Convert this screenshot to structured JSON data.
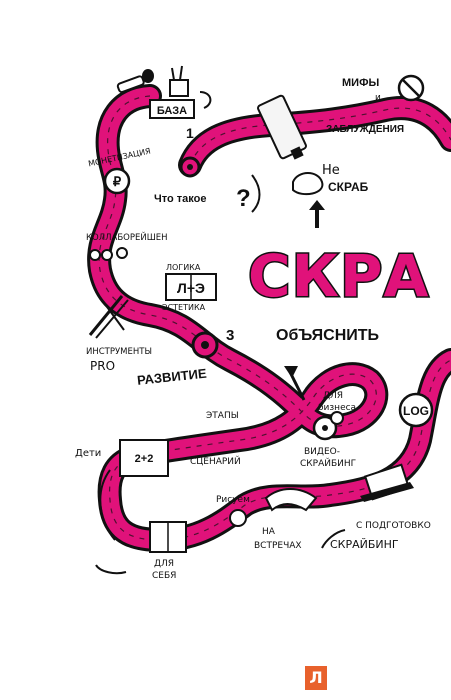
{
  "labels": {
    "baza": "БАЗА",
    "num1": "1",
    "mify": "МИФЫ",
    "i": "и",
    "zabluzhdeniya": "ЗАБЛУЖДЕНИЯ",
    "ne": "Не",
    "skrab": "СКРАБ",
    "chto_takoe": "Что такое",
    "monetizaciya": "МОНЕТИЗАЦИЯ",
    "kollaboreishen": "КОЛЛАБОРЕЙШЕН",
    "logika": "ЛОГИКА",
    "l_e": "Л+Э",
    "estetika": "ЭСТЕТИКА",
    "num3": "3",
    "big_title": "СКРА",
    "obyasnit": "ОбЪЯСНИТЬ",
    "instrumenty": "ИНСТРУМЕНТЫ",
    "pro": "PRO",
    "razvitie": "РАЗВИТИЕ",
    "etapy": "ЭТАПЫ",
    "dlya_biznesa_1": "ДЛЯ",
    "dlya_biznesa_2": "бизнеса",
    "logo": "LOG",
    "deti": "Дети",
    "two_plus_two": "2+2",
    "scenarii": "СЦЕНАРИЙ",
    "video_1": "ВИДЕО-",
    "video_2": "СКРАЙБИНГ",
    "risuem": "Рисуем",
    "s_podgotovkoi": "С ПОДГОТОВКО",
    "na": "НА",
    "vstrechah": "ВСТРЕЧАХ",
    "skraibing": "СКРАЙБИНГ",
    "dlya_sebya_1": "ДЛЯ",
    "dlya_sebya_2": "СЕБЯ",
    "corner_mark": "Л"
  },
  "colors": {
    "road": "#e0127a",
    "road_edge": "#111111",
    "ink": "#111111",
    "corner": "#e8612c"
  },
  "icons": [
    "microphone-icon",
    "pencil-cup-icon",
    "tube-icon",
    "no-sign-icon",
    "rupee-coin-icon",
    "pencils-icon",
    "knot-icon",
    "film-reel-icon",
    "handshake-icon",
    "laptop-icon",
    "book-icon"
  ]
}
